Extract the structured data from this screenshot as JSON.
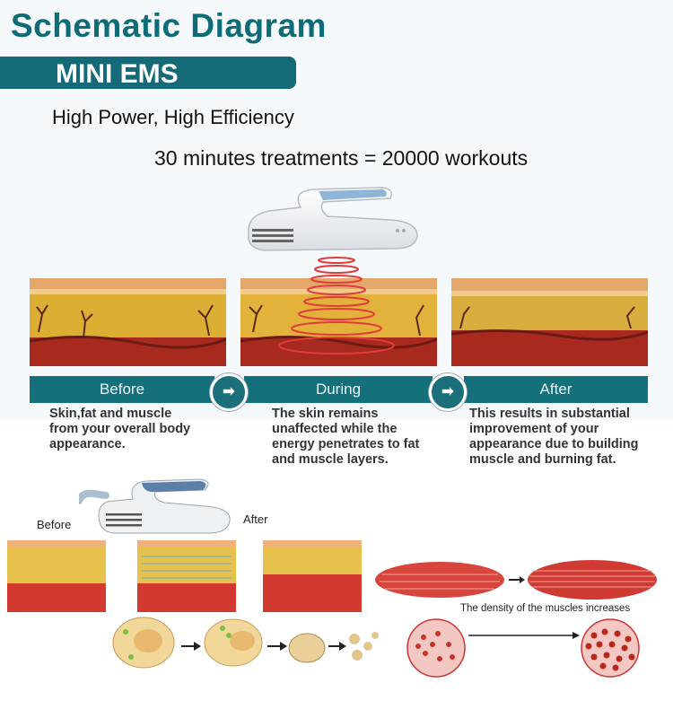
{
  "header": {
    "title": "Schematic Diagram",
    "banner": "MINI EMS",
    "tagline_1": "High Power, High Efficiency",
    "tagline_2": "30 minutes treatments = 20000 workouts"
  },
  "steps": [
    {
      "label": "Before",
      "description": "Skin,fat and muscle from your overall body appearance."
    },
    {
      "label": "During",
      "description": "The skin remains unaffected while the energy penetrates to fat and muscle layers."
    },
    {
      "label": "After",
      "description": "This results in substantial improvement of your appearance due to building muscle and burning fat."
    }
  ],
  "lower": {
    "before_label": "Before",
    "after_label": "After",
    "muscle_caption": "The density of the muscles increases"
  },
  "colors": {
    "teal": "#146b77",
    "title": "#0e6b78",
    "muscle": "#c8342c",
    "fat": "#e8c24a"
  },
  "icons": [
    "arrow-right-icon",
    "ems-device-icon"
  ]
}
